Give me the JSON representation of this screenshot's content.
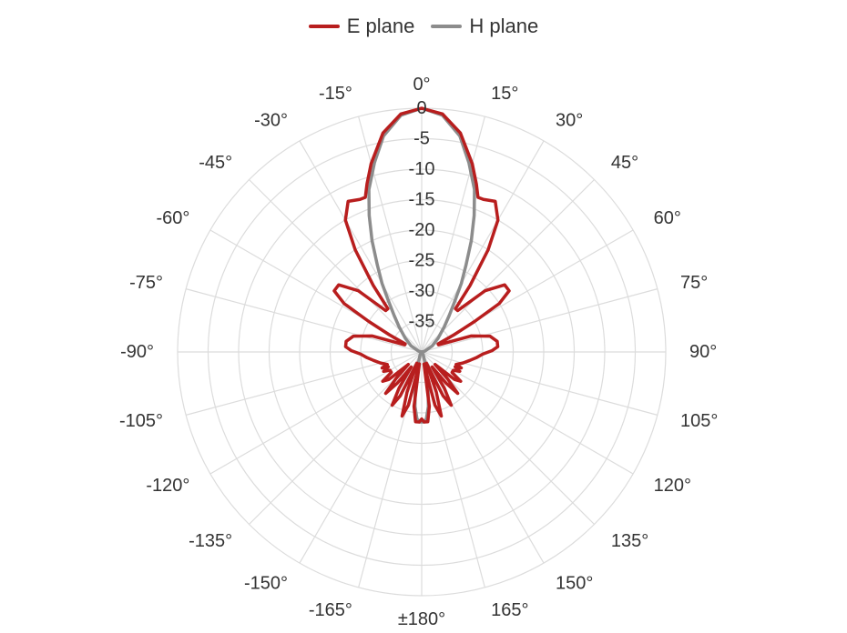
{
  "chart_data": {
    "type": "polar-line",
    "title": "",
    "angle_unit": "deg",
    "radial_axis": {
      "min": -40,
      "max": 0,
      "tick_values": [
        0,
        -5,
        -10,
        -15,
        -20,
        -25,
        -30,
        -35
      ],
      "tick_labels": [
        "0",
        "-5",
        "-10",
        "-15",
        "-20",
        "-25",
        "-30",
        "-35"
      ]
    },
    "angular_axis": {
      "direction": "clockwise",
      "zero_at": "top",
      "step": 15,
      "tick_values": [
        0,
        15,
        30,
        45,
        60,
        75,
        90,
        105,
        120,
        135,
        150,
        165,
        180,
        -165,
        -150,
        -135,
        -120,
        -105,
        -90,
        -75,
        -60,
        -45,
        -30,
        -15
      ],
      "tick_labels": [
        "0°",
        "15°",
        "30°",
        "45°",
        "60°",
        "75°",
        "90°",
        "105°",
        "120°",
        "135°",
        "150°",
        "165°",
        "±180°",
        "-165°",
        "-150°",
        "-135°",
        "-120°",
        "-105°",
        "-90°",
        "-75°",
        "-60°",
        "-45°",
        "-30°",
        "-15°"
      ]
    },
    "grid": true,
    "legend": {
      "position": "top-center"
    },
    "series": [
      {
        "name": "E plane",
        "color": "#b81e1e",
        "points": [
          [
            0,
            0
          ],
          [
            5,
            -0.8
          ],
          [
            10,
            -3.5
          ],
          [
            15,
            -8
          ],
          [
            18,
            -11
          ],
          [
            20,
            -13
          ],
          [
            22,
            -13
          ],
          [
            26,
            -12.5
          ],
          [
            30,
            -15
          ],
          [
            33,
            -20
          ],
          [
            36,
            -26.5
          ],
          [
            38,
            -31
          ],
          [
            41,
            -31
          ],
          [
            46,
            -25.5
          ],
          [
            51,
            -22.5
          ],
          [
            55,
            -22.5
          ],
          [
            58,
            -25
          ],
          [
            60,
            -30
          ],
          [
            62,
            -34
          ],
          [
            64,
            -37
          ],
          [
            67,
            -37
          ],
          [
            72,
            -31.5
          ],
          [
            77,
            -28.5
          ],
          [
            82,
            -27.5
          ],
          [
            86,
            -27.5
          ],
          [
            89,
            -28.5
          ],
          [
            92,
            -30
          ],
          [
            96,
            -31
          ],
          [
            100,
            -32
          ],
          [
            105,
            -33
          ],
          [
            110,
            -34
          ],
          [
            112,
            -33
          ],
          [
            114,
            -34
          ],
          [
            117,
            -33
          ],
          [
            120,
            -34
          ],
          [
            124,
            -34
          ],
          [
            127,
            -32
          ],
          [
            130,
            -33
          ],
          [
            133,
            -37
          ],
          [
            136,
            -34
          ],
          [
            139,
            -31
          ],
          [
            142,
            -33.5
          ],
          [
            145,
            -37
          ],
          [
            148,
            -33
          ],
          [
            151,
            -30
          ],
          [
            154,
            -32
          ],
          [
            157,
            -38
          ],
          [
            160,
            -33
          ],
          [
            163,
            -29
          ],
          [
            166,
            -31
          ],
          [
            169,
            -38
          ],
          [
            172,
            -31
          ],
          [
            175,
            -28.5
          ],
          [
            178,
            -28.5
          ],
          [
            180,
            -29
          ],
          [
            -178,
            -28.5
          ],
          [
            -175,
            -28.5
          ],
          [
            -172,
            -31
          ],
          [
            -169,
            -38
          ],
          [
            -166,
            -31
          ],
          [
            -163,
            -29
          ],
          [
            -160,
            -33
          ],
          [
            -157,
            -38
          ],
          [
            -154,
            -32
          ],
          [
            -151,
            -30
          ],
          [
            -148,
            -33
          ],
          [
            -145,
            -37
          ],
          [
            -142,
            -33.5
          ],
          [
            -139,
            -31
          ],
          [
            -136,
            -34
          ],
          [
            -133,
            -37
          ],
          [
            -130,
            -33
          ],
          [
            -127,
            -32
          ],
          [
            -124,
            -34
          ],
          [
            -120,
            -34
          ],
          [
            -117,
            -33
          ],
          [
            -114,
            -34
          ],
          [
            -112,
            -33
          ],
          [
            -110,
            -34
          ],
          [
            -105,
            -33
          ],
          [
            -100,
            -32
          ],
          [
            -96,
            -31
          ],
          [
            -92,
            -30
          ],
          [
            -89,
            -28.5
          ],
          [
            -86,
            -27.5
          ],
          [
            -82,
            -27.5
          ],
          [
            -77,
            -28.5
          ],
          [
            -72,
            -31.5
          ],
          [
            -67,
            -37
          ],
          [
            -64,
            -37
          ],
          [
            -62,
            -34
          ],
          [
            -60,
            -30
          ],
          [
            -58,
            -25
          ],
          [
            -55,
            -22.5
          ],
          [
            -51,
            -22.5
          ],
          [
            -46,
            -25.5
          ],
          [
            -41,
            -31
          ],
          [
            -38,
            -31
          ],
          [
            -36,
            -26.5
          ],
          [
            -33,
            -20
          ],
          [
            -30,
            -15
          ],
          [
            -26,
            -12.5
          ],
          [
            -22,
            -13
          ],
          [
            -20,
            -13
          ],
          [
            -18,
            -11
          ],
          [
            -15,
            -8
          ],
          [
            -10,
            -3.5
          ],
          [
            -5,
            -0.8
          ],
          [
            0,
            0
          ]
        ]
      },
      {
        "name": "H plane",
        "color": "#8c8c8c",
        "points": [
          [
            0,
            0
          ],
          [
            5,
            -1
          ],
          [
            10,
            -4
          ],
          [
            14,
            -8
          ],
          [
            18,
            -12
          ],
          [
            21,
            -16
          ],
          [
            24,
            -20
          ],
          [
            27,
            -24
          ],
          [
            30,
            -27
          ],
          [
            33,
            -30
          ],
          [
            37,
            -32.5
          ],
          [
            42,
            -34.5
          ],
          [
            50,
            -36.5
          ],
          [
            60,
            -38
          ],
          [
            75,
            -39.5
          ],
          [
            90,
            -40
          ],
          [
            120,
            -40
          ],
          [
            150,
            -39.5
          ],
          [
            165,
            -37
          ],
          [
            170,
            -34
          ],
          [
            173,
            -31
          ],
          [
            176,
            -29
          ],
          [
            178,
            -28.5
          ],
          [
            180,
            -28.5
          ],
          [
            -178,
            -28.5
          ],
          [
            -176,
            -29
          ],
          [
            -173,
            -31
          ],
          [
            -170,
            -34
          ],
          [
            -165,
            -37
          ],
          [
            -150,
            -39.5
          ],
          [
            -120,
            -40
          ],
          [
            -90,
            -40
          ],
          [
            -75,
            -39.5
          ],
          [
            -60,
            -38
          ],
          [
            -50,
            -36.5
          ],
          [
            -42,
            -34.5
          ],
          [
            -37,
            -32.5
          ],
          [
            -33,
            -30
          ],
          [
            -30,
            -27
          ],
          [
            -27,
            -24
          ],
          [
            -24,
            -20
          ],
          [
            -21,
            -16
          ],
          [
            -18,
            -12
          ],
          [
            -14,
            -8
          ],
          [
            -10,
            -4
          ],
          [
            -5,
            -1
          ],
          [
            0,
            0
          ]
        ]
      }
    ]
  }
}
